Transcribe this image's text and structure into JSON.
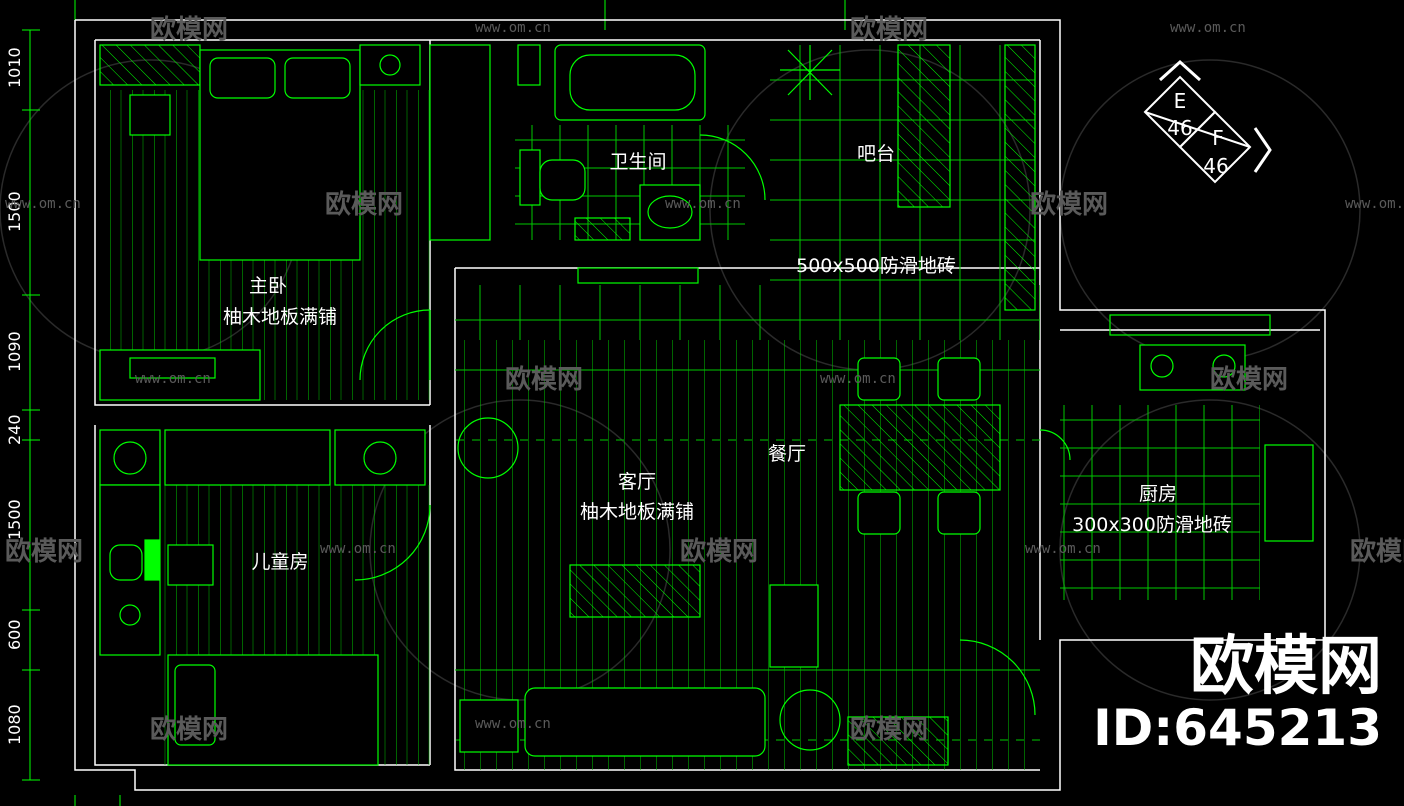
{
  "rooms": {
    "master_bedroom": {
      "name": "主卧",
      "floor": "柚木地板满铺"
    },
    "bathroom": {
      "name": "卫生间"
    },
    "bar": {
      "name": "吧台",
      "floor": "500x500防滑地砖"
    },
    "living_room": {
      "name": "客厅",
      "floor": "柚木地板满铺"
    },
    "dining_room": {
      "name": "餐厅"
    },
    "kids_room": {
      "name": "儿童房"
    },
    "kitchen": {
      "name": "厨房",
      "floor": "300x300防滑地砖"
    }
  },
  "dimensions": [
    "1010",
    "1500",
    "1090",
    "240",
    "1500",
    "600",
    "1080"
  ],
  "compass": {
    "e_label": "E",
    "e_value": "46",
    "f_label": "F",
    "f_value": "46"
  },
  "watermark": {
    "brand": "欧模网",
    "url": "www.om.cn"
  },
  "brand": {
    "name": "欧模网",
    "id": "ID:645213"
  },
  "colors": {
    "line": "#00ff00",
    "background": "#000000",
    "text": "#ffffff",
    "wall": "#ffffff",
    "watermark": "#5a5a5a"
  }
}
